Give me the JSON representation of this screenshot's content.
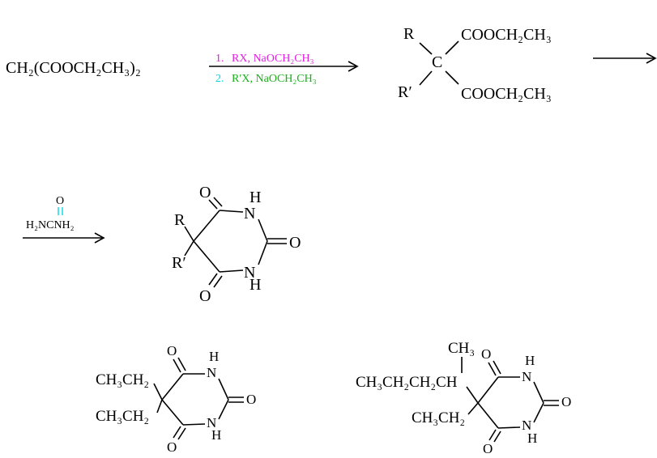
{
  "colors": {
    "magenta": "#e020e0",
    "cyan": "#00d8e8",
    "green": "#18b018",
    "black": "#000000"
  },
  "scheme": {
    "start": {
      "label": "CH₂(COOCH₂CH₃)₂"
    },
    "step1_reagents": {
      "line1_num": "1.",
      "line1_main": "RX, NaOCH₂CH₃",
      "line2_num": "2.",
      "line2_main": "R′X, NaOCH₂CH₃"
    },
    "intermediate": {
      "r": "R",
      "r_prime": "R′",
      "carbon": "C",
      "ester_top": "COOCH₂CH₃",
      "ester_bottom": "COOCH₂CH₃"
    },
    "step2_reagent": {
      "carbonyl_o": "O",
      "urea": "H₂NCNH₂"
    },
    "product": {
      "r": "R",
      "r_prime": "R′",
      "o_top": "O",
      "o_right": "O",
      "o_bottom": "O",
      "n_top": "N",
      "n_bottom": "N",
      "h_top": "H",
      "h_bottom": "H"
    }
  },
  "examples": [
    {
      "sub1": "CH₃CH₂",
      "sub2": "CH₃CH₂",
      "o_top": "O",
      "o_right": "O",
      "o_bottom": "O",
      "n_top": "N",
      "n_bottom": "N",
      "h_top": "H",
      "h_bottom": "H"
    },
    {
      "methyl": "CH₃",
      "sub1": "CH₃CH₂CH₂CH",
      "sub2": "CH₃CH₂",
      "o_top": "O",
      "o_right": "O",
      "o_bottom": "O",
      "n_top": "N",
      "n_bottom": "N",
      "h_top": "H",
      "h_bottom": "H"
    }
  ]
}
